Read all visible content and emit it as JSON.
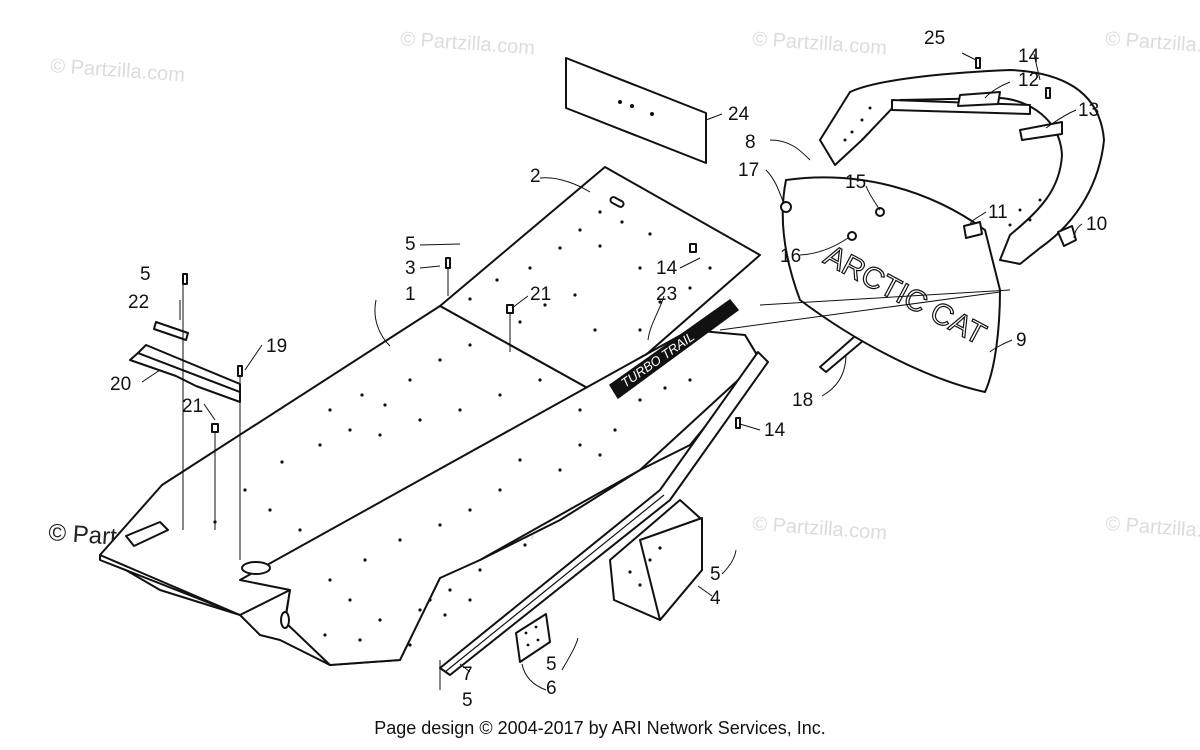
{
  "watermarks": {
    "text": "© Partzilla.com",
    "main_text": "© Partzilla.com"
  },
  "footer": {
    "copyright": "Page design © 2004-2017 by ARI Network Services, Inc."
  },
  "decal_text": {
    "turbo_trail": "TURBO TRAIL",
    "arctic_cat": "ARCTIC CAT"
  },
  "callouts": [
    "1",
    "2",
    "3",
    "4",
    "5",
    "6",
    "7",
    "8",
    "9",
    "10",
    "11",
    "12",
    "13",
    "14",
    "15",
    "16",
    "17",
    "18",
    "19",
    "20",
    "21",
    "22",
    "23",
    "24",
    "25"
  ]
}
